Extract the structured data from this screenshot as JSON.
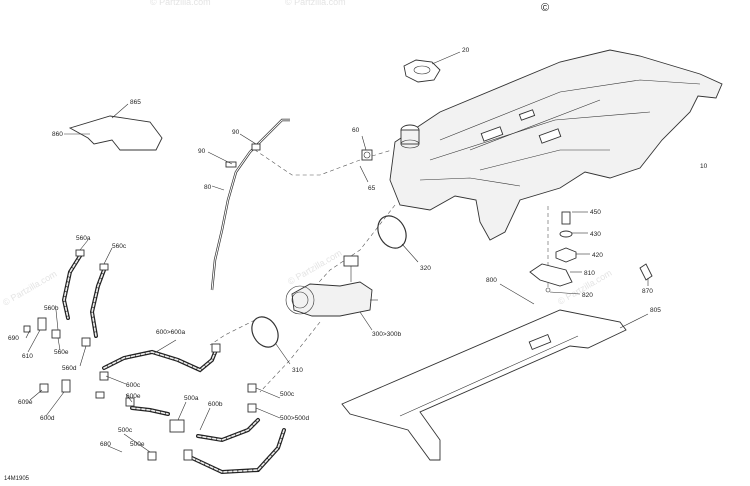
{
  "copyright_symbol": "©",
  "watermark": "© Partzilla.com",
  "diagram_ref": "14M1905",
  "callouts": {
    "c20": "20",
    "c10": "10",
    "c865": "865",
    "c860": "860",
    "c90a": "90",
    "c90b": "90",
    "c80": "80",
    "c60": "60",
    "c65": "65",
    "c450": "450",
    "c430": "430",
    "c420": "420",
    "c810": "810",
    "c820": "820",
    "c870": "870",
    "c320": "320",
    "c800": "800",
    "c805": "805",
    "c300": "300>300b",
    "c310": "310",
    "c600": "600>600a",
    "c560a": "560a",
    "c560c": "560c",
    "c560b": "560b",
    "c560e": "560e",
    "c560d": "560d",
    "c690": "690",
    "c610": "610",
    "c609e": "609e",
    "c600d": "600d",
    "c600c": "600c",
    "c600e": "600e",
    "c500a": "500a",
    "c600b": "600b",
    "c500c": "500c",
    "c500e": "500e",
    "c500d": "500>500d",
    "c680": "680"
  }
}
